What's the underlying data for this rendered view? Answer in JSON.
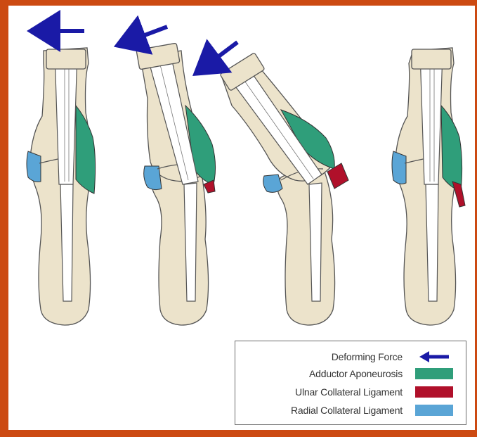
{
  "legend": {
    "items": [
      {
        "label": "Deforming Force",
        "kind": "arrow",
        "color": "#1a1aa6"
      },
      {
        "label": "Adductor Aponeurosis",
        "kind": "swatch",
        "color": "#2f9e7a"
      },
      {
        "label": "Ulnar Collateral Ligament",
        "kind": "swatch",
        "color": "#b0102a"
      },
      {
        "label": "Radial Collateral Ligament",
        "kind": "swatch",
        "color": "#5aa5d6"
      }
    ]
  },
  "colors": {
    "border": "#cc4a12",
    "bone": "#ece3cb",
    "tendon": "#ffffff",
    "outline": "#555555"
  },
  "panels": [
    {
      "name": "panel-1-normal"
    },
    {
      "name": "panel-2-early-deviation"
    },
    {
      "name": "panel-3-ligament-rupture"
    },
    {
      "name": "panel-4-stener-lesion"
    }
  ]
}
